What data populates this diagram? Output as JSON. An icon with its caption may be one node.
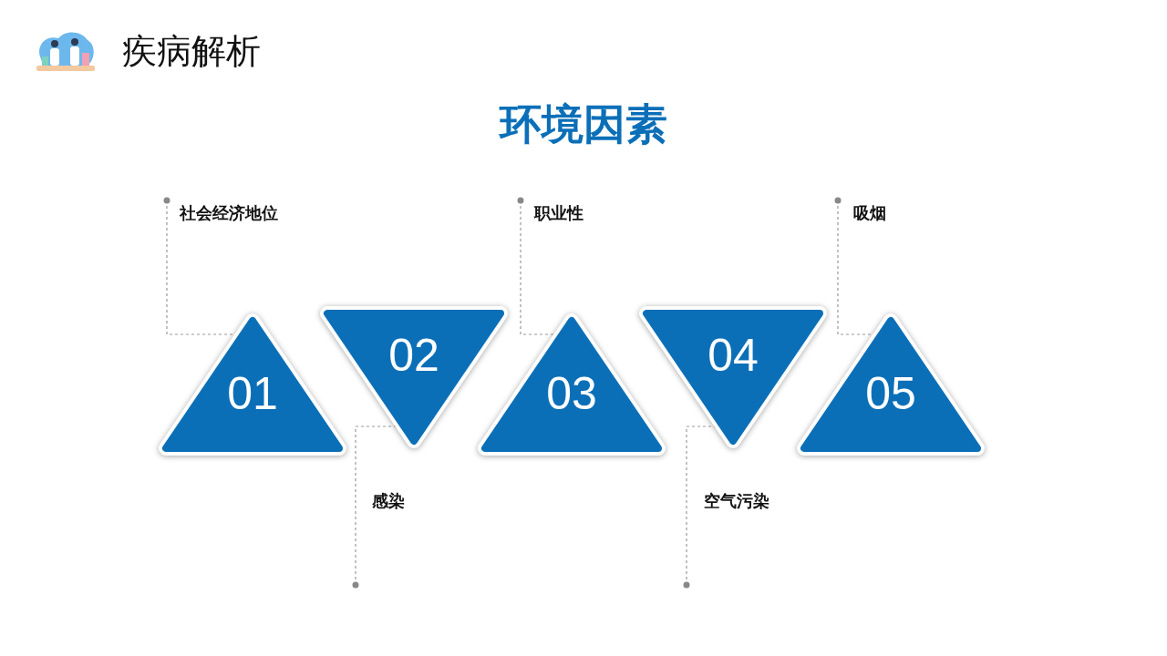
{
  "diagram": {
    "title": "环境因素",
    "nodes": [
      {
        "text": [
          "01"
        ]
      },
      {
        "text": [
          "02"
        ]
      },
      {
        "text": [
          "03"
        ]
      },
      {
        "text": [
          "04"
        ]
      },
      {
        "text": [
          "05"
        ]
      },
      {
        "text": [
          "社会经济地位"
        ]
      },
      {
        "text": [
          "感染"
        ]
      },
      {
        "text": [
          "职业性"
        ]
      },
      {
        "text": [
          "空气污染"
        ]
      },
      {
        "text": [
          "吸烟"
        ]
      }
    ],
    "edges": [
      {
        "from": 5,
        "to": 0,
        "arrow": "other"
      },
      {
        "from": 6,
        "to": 1,
        "arrow": "other"
      },
      {
        "from": 7,
        "to": 2,
        "arrow": "other"
      },
      {
        "from": 8,
        "to": 3,
        "arrow": "other"
      },
      {
        "from": 9,
        "to": 4,
        "arrow": "other"
      }
    ],
    "labels": [
      "疾病解析"
    ]
  }
}
